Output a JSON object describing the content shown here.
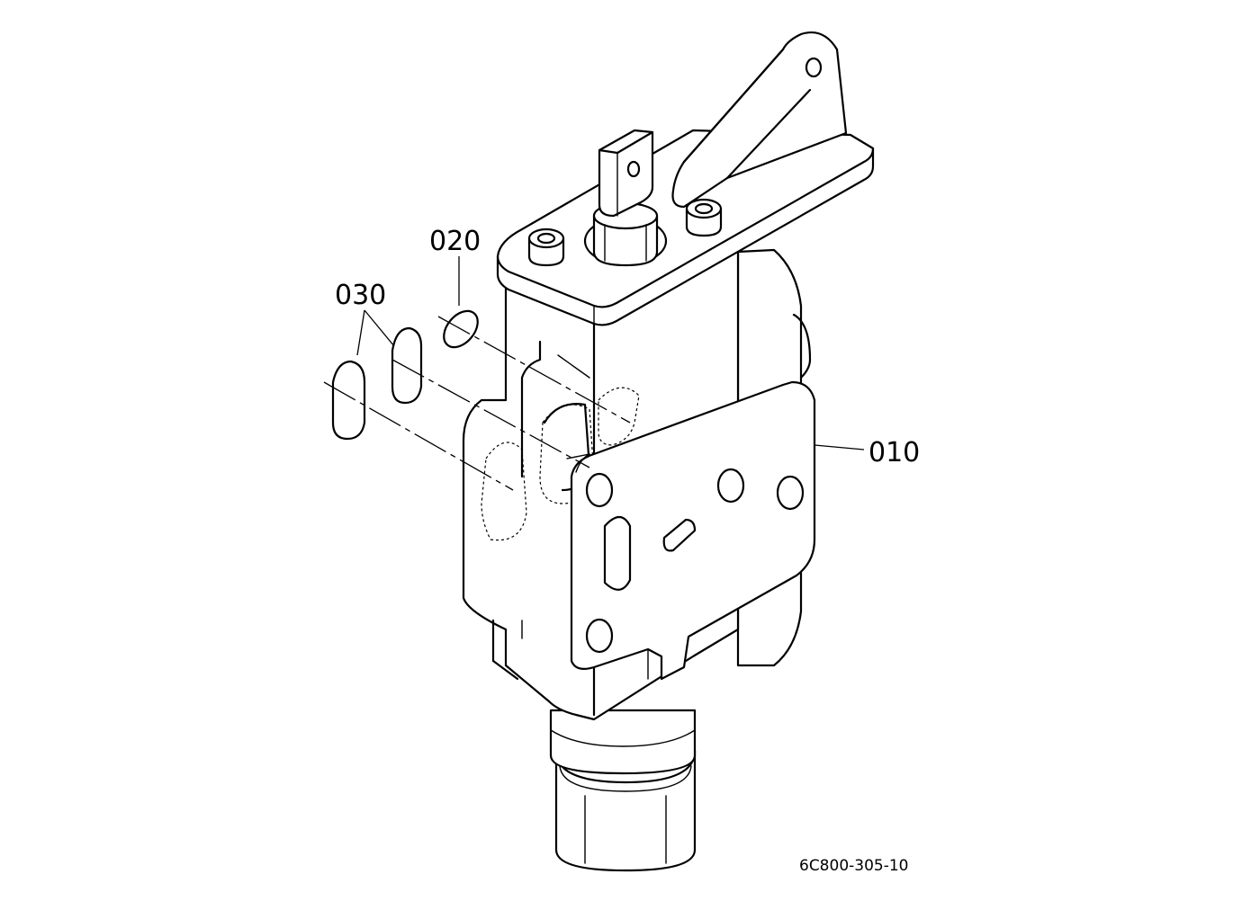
{
  "callouts": {
    "part_010": "010",
    "part_020": "020",
    "part_030": "030"
  },
  "drawing_code": "6C800-305-10",
  "line_color": "#000000",
  "background_color": "#ffffff"
}
